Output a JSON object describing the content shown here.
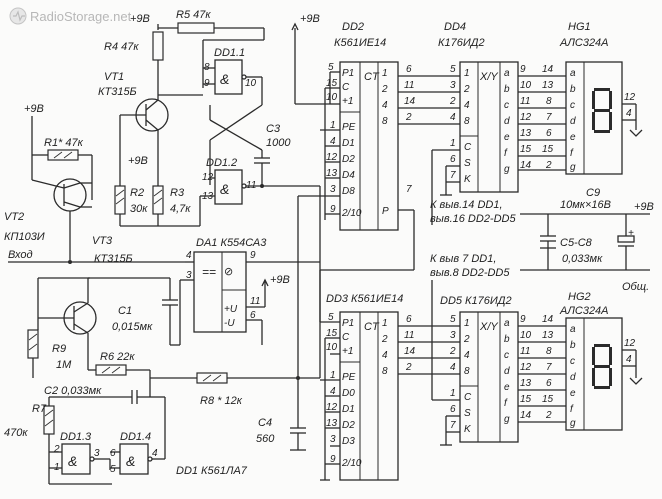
{
  "watermark": {
    "text": "RadioStorage.net",
    "logo_icon": "radiostorage-logo-icon"
  },
  "supply": {
    "vcc_labels": [
      "+9В",
      "+9В",
      "+9В",
      "+9В",
      "+9В",
      "+9В"
    ],
    "common": "Общ."
  },
  "input": {
    "label": "Вход"
  },
  "notes": {
    "dd1_14": "К выв.14 DD1,",
    "dd1_14_b": "выв.16 DD2-DD5",
    "dd1_7": "К выв 7 DD1,",
    "dd1_7_b": "выв.8 DD2-DD5"
  },
  "footer": {
    "dd1_type": "DD1  К561ЛА7"
  },
  "components": {
    "r1": "R1* 47к",
    "r2a": "R2",
    "r2b": "30к",
    "r3a": "R3",
    "r3b": "4,7к",
    "r4": "R4 47к",
    "r5": "R5 47к",
    "r6": "R6  22к",
    "r7a": "R7",
    "r7b": "470к",
    "r8": "R8 * 12к",
    "r9a": "R9",
    "r9b": "1М",
    "c1a": "C1",
    "c1b": "0,015мк",
    "c2": "C2  0,033мк",
    "c3a": "C3",
    "c3b": "1000",
    "c4a": "C4",
    "c4b": "560",
    "c58a": "C5-C8",
    "c58b": "0,033мк",
    "c9a": "C9",
    "c9b": "10мк×16В",
    "vt1a": "VT1",
    "vt1b": "КТ315Б",
    "vt2a": "VT2",
    "vt2b": "КП103И",
    "vt3": "VT3",
    "vt3b": "КТ315Б",
    "da1": "DA1  К554СА3",
    "dd11": "DD1.1",
    "dd12": "DD1.2",
    "dd13": "DD1.3",
    "dd14": "DD1.4",
    "dd2a": "DD2",
    "dd2b": "К561ИЕ14",
    "dd3": "DD3  К561ИЕ14",
    "dd4a": "DD4",
    "dd4b": "К176ИД2",
    "dd5": "DD5  К176ИД2",
    "hg1a": "HG1",
    "hg1b": "АЛС324А",
    "hg2a": "HG2",
    "hg2b": "АЛС324А"
  },
  "gate_symbol": "&",
  "counter": {
    "ct_label": "CT",
    "in_pins": [
      "P1",
      "C",
      "+1"
    ],
    "load_pins": [
      "PE",
      "D1",
      "D2",
      "D4",
      "D8",
      "2/10"
    ],
    "load_pins_dd3": [
      "PE",
      "D0",
      "D1",
      "D2",
      "D3",
      "2/10"
    ],
    "out_weights": [
      "1",
      "2",
      "4",
      "8"
    ],
    "carry": "P"
  },
  "decoder": {
    "label": "X/Y",
    "in_weights": [
      "1",
      "2",
      "4",
      "8"
    ],
    "ctrl": [
      "C",
      "S",
      "K"
    ],
    "outs": [
      "a",
      "b",
      "c",
      "d",
      "e",
      "f",
      "g"
    ]
  },
  "comparator": {
    "pins": [
      "+U",
      "-U"
    ]
  },
  "pins": {
    "dd2_in": [
      "5",
      "15",
      "10"
    ],
    "dd2_load": [
      "1",
      "4",
      "12",
      "13",
      "3",
      "9"
    ],
    "dd2_out": [
      "6",
      "11",
      "14",
      "2"
    ],
    "dd2_carry": "7",
    "dd3_in": [
      "5",
      "15",
      "10"
    ],
    "dd3_load": [
      "1",
      "4",
      "12",
      "13",
      "3",
      "9"
    ],
    "dd3_out": [
      "6",
      "11",
      "14",
      "2"
    ],
    "dd4_in": [
      "5",
      "3",
      "2",
      "4"
    ],
    "dd4_ctrl": [
      "1",
      "6",
      "7"
    ],
    "dd4_out": [
      "9",
      "10",
      "11",
      "12",
      "13",
      "15",
      "14"
    ],
    "hg1_in": [
      "14",
      "13",
      "8",
      "7",
      "6",
      "15",
      "2"
    ],
    "hg1_seg": [
      "a",
      "b",
      "c",
      "d",
      "e",
      "f",
      "g"
    ],
    "hg1_side": [
      "12",
      "4"
    ],
    "hg2_in": [
      "14",
      "13",
      "8",
      "7",
      "6",
      "15",
      "2"
    ],
    "hg2_side": [
      "12",
      "4"
    ],
    "dd11": [
      "8",
      "9",
      "10"
    ],
    "dd12": [
      "12",
      "13",
      "11"
    ],
    "dd13": [
      "2",
      "1",
      "3"
    ],
    "dd14": [
      "6",
      "5",
      "4"
    ],
    "da1": [
      "4",
      "3",
      "9",
      "11",
      "6"
    ]
  }
}
